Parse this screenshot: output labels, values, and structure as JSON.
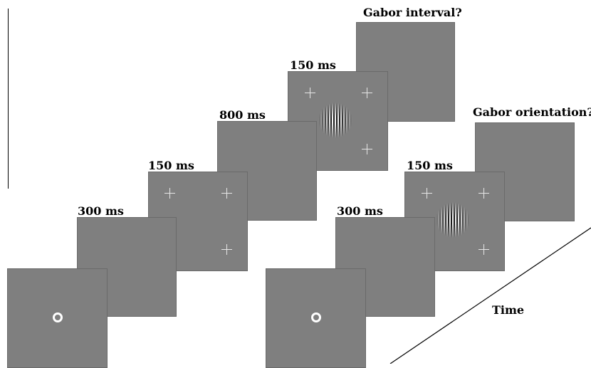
{
  "left_sequence": {
    "fixation_label": "",
    "blank1_label": "300 ms",
    "placeholders1_label": "150 ms",
    "blank2_label": "800 ms",
    "stimulus_label": "150 ms",
    "response_prompt": "Gabor interval?"
  },
  "right_sequence": {
    "blank1_label": "300 ms",
    "stimulus_label": "150 ms",
    "response_prompt": "Gabor orientation?"
  },
  "time_axis": {
    "label": "Time"
  },
  "colors": {
    "screen_gray": "#7f7f7f",
    "marker_white": "#ffffff",
    "background": "#ffffff"
  }
}
